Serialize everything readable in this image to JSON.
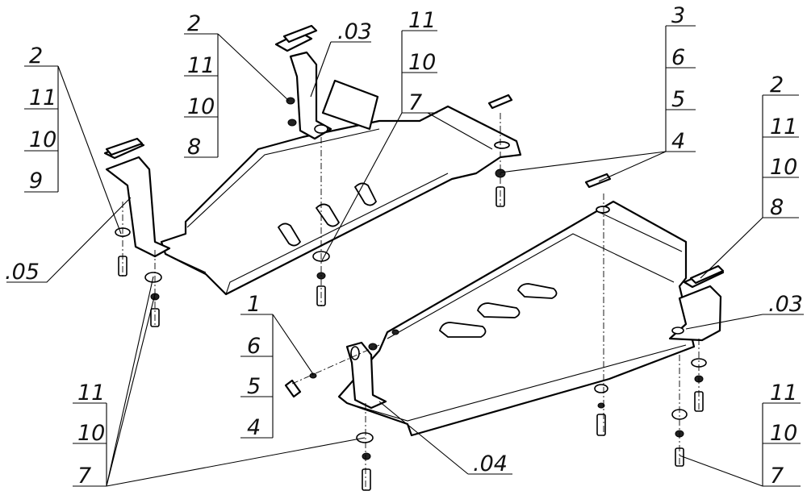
{
  "callouts": {
    "tl_stack": [
      "2",
      "11",
      "10",
      "9"
    ],
    "tl_label": ".05",
    "top_stack": [
      "2",
      "11",
      "10",
      "8"
    ],
    "top_label": ".03",
    "mid_stack": [
      "11",
      "10",
      "7"
    ],
    "tr_stack": [
      "3",
      "6",
      "5",
      "4"
    ],
    "right_stack": [
      "2",
      "11",
      "10",
      "8"
    ],
    "right_label": ".03",
    "center_stack": [
      "1",
      "6",
      "5",
      "4"
    ],
    "bl_stack": [
      "11",
      "10",
      "7"
    ],
    "bottom_label": ".04",
    "br_stack": [
      "11",
      "10",
      "7"
    ]
  }
}
